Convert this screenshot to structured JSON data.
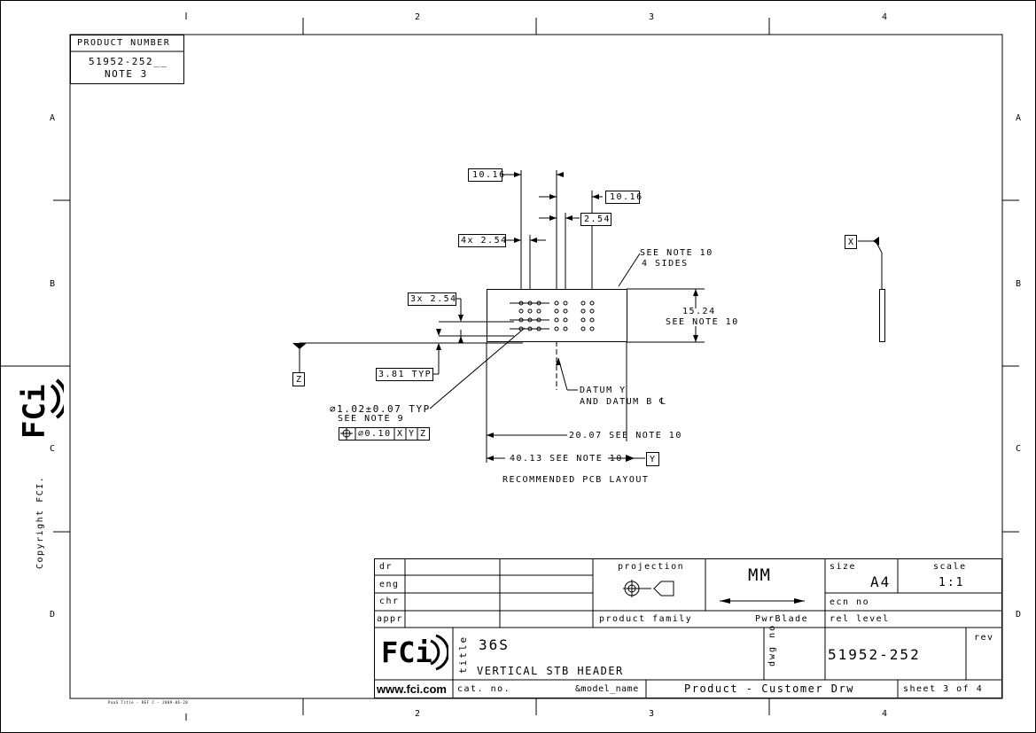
{
  "zone_columns": [
    "1",
    "2",
    "3",
    "4"
  ],
  "zone_rows": [
    "A",
    "B",
    "C",
    "D"
  ],
  "product_number": {
    "label": "PRODUCT NUMBER",
    "value": "51952-252__",
    "note": "NOTE 3"
  },
  "dimensions": {
    "d1": "10.16",
    "d2": "10.16",
    "d3": "2.54",
    "d4": "4x 2.54",
    "d5": "3x 2.54",
    "d6": "3.81 TYP",
    "d7": "15.24",
    "d7_note": "SEE NOTE 10",
    "see_note_10_4sides_a": "SEE NOTE 10",
    "see_note_10_4sides_b": "4 SIDES",
    "hole_dia": "∅1.02±0.07 TYP",
    "hole_note": "SEE NOTE 9",
    "tol_sym": "⌖",
    "tol_val": "∅0.10",
    "tol_x": "X",
    "tol_y": "Y",
    "tol_z": "Z",
    "datum_y": "DATUM Y",
    "datum_b": "AND DATUM B ℄",
    "d_20": "20.07 SEE NOTE 10",
    "d_40": "40.13 SEE NOTE 10",
    "caption": "RECOMMENDED PCB LAYOUT",
    "datum_x_label": "X",
    "datum_y_label": "Y",
    "datum_z_label": "Z"
  },
  "side_label": "Copyright FCI.",
  "footer_small": "PaaS Title - REF C - 2009-06-20",
  "title_block": {
    "dr": "dr",
    "eng": "eng",
    "chr": "chr",
    "appr": "appr",
    "projection": "projection",
    "units": "MM",
    "size_label": "size",
    "size": "A4",
    "scale_label": "scale",
    "scale": "1:1",
    "ecn": "ecn no",
    "rel": "rel level",
    "product_family_label": "product family",
    "product_family": "PwrBlade",
    "logo": "FCi",
    "website": "www.fci.com",
    "title_label": "title",
    "title_line1": "36S",
    "title_line2": "VERTICAL STB HEADER",
    "dwg_label": "dwg no",
    "dwg_no": "51952-252",
    "rev_label": "rev",
    "cat_label": "cat. no.",
    "model": "&model_name",
    "product_type": "Product - Customer Drw",
    "sheet": "sheet 3 of 4"
  }
}
